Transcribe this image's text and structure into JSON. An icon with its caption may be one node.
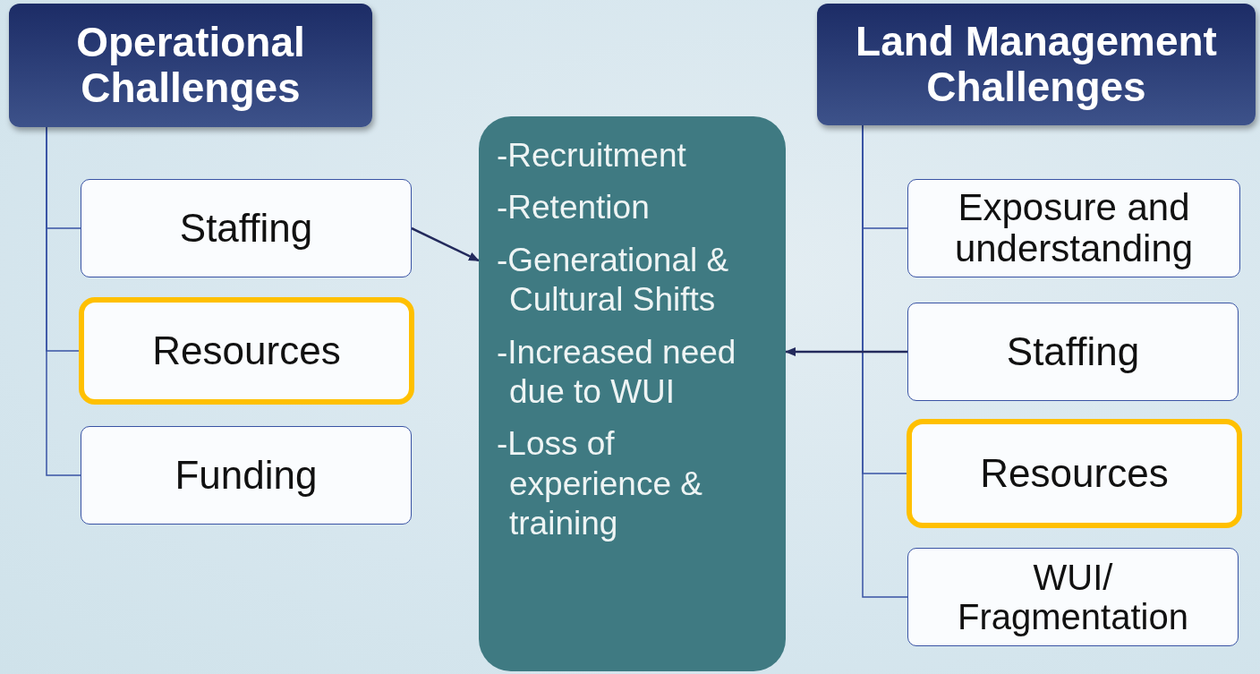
{
  "diagram": {
    "nodes": [
      {
        "text": [
          "Operational Challenges"
        ]
      },
      {
        "text": [
          "Staffing"
        ]
      },
      {
        "text": [
          "Resources"
        ]
      },
      {
        "text": [
          "Funding"
        ]
      },
      {
        "text": [
          "-Recruitment",
          "-Retention",
          "-Generational & Cultural Shifts",
          "-Increased need due to WUI",
          "-Loss of experience & training"
        ]
      },
      {
        "text": [
          "Land Management Challenges"
        ]
      },
      {
        "text": [
          "Exposure and understanding"
        ]
      },
      {
        "text": [
          "Staffing"
        ]
      },
      {
        "text": [
          "Resources"
        ]
      },
      {
        "text": [
          "WUI/ Fragmentation"
        ]
      }
    ],
    "edges": [
      {
        "from": 0,
        "to": 1,
        "arrow": "none"
      },
      {
        "from": 0,
        "to": 2,
        "arrow": "none"
      },
      {
        "from": 0,
        "to": 3,
        "arrow": "none"
      },
      {
        "from": 1,
        "to": 4,
        "arrow": "to",
        "color": "#232a5c"
      },
      {
        "from": 5,
        "to": 6,
        "arrow": "none"
      },
      {
        "from": 5,
        "to": 7,
        "arrow": "none"
      },
      {
        "from": 5,
        "to": 8,
        "arrow": "none"
      },
      {
        "from": 5,
        "to": 9,
        "arrow": "none"
      },
      {
        "from": 7,
        "to": 4,
        "arrow": "to",
        "color": "#232a5c"
      }
    ]
  }
}
